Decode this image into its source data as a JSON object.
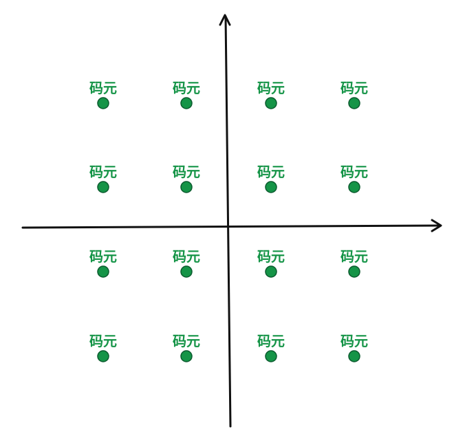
{
  "constellation": {
    "type": "16-QAM",
    "label_text": "码元",
    "point_color": "#159447",
    "label_color": "#159447",
    "axis_color": "#111111",
    "columns": 4,
    "rows": 4
  }
}
